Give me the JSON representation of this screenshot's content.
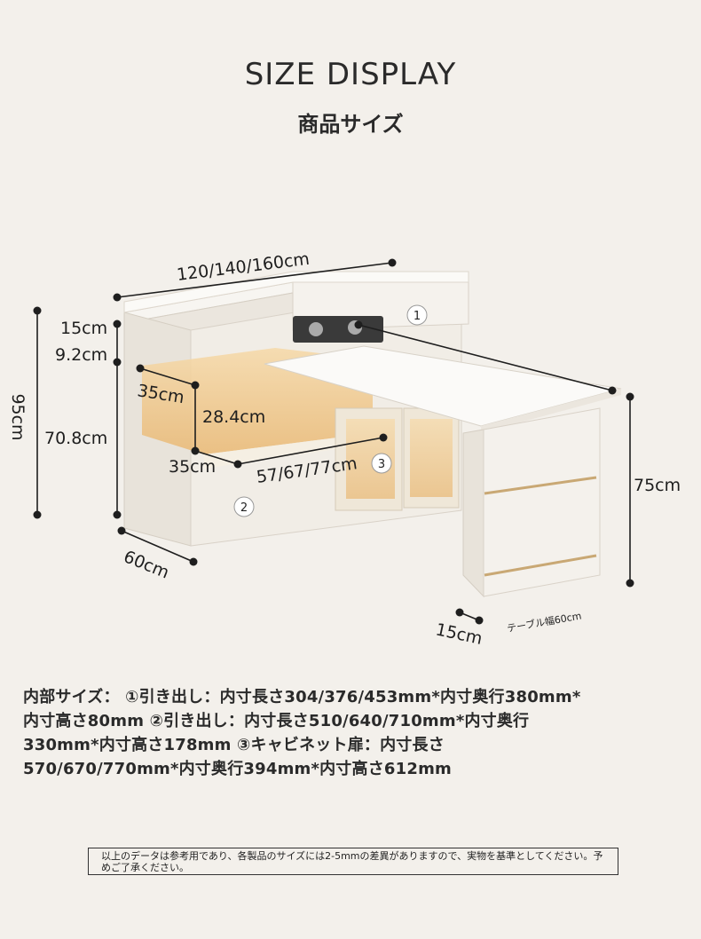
{
  "header": {
    "title": "SIZE DISPLAY",
    "subtitle": "商品サイズ"
  },
  "dimensions": {
    "width_top": "120/140/160cm",
    "top_thickness": "15cm",
    "drawer_band": "9.2cm",
    "total_height": "95cm",
    "body_height": "70.8cm",
    "drawer_depth_1": "35cm",
    "drawer_height": "28.4cm",
    "drawer_depth_2": "35cm",
    "inner_width": "57/67/77cm",
    "depth": "60cm",
    "table_height": "75cm",
    "table_leg": "15cm",
    "table_width": "テーブル幅60cm"
  },
  "badges": [
    "1",
    "2",
    "3"
  ],
  "notes": {
    "text": "内部サイズ： ①引き出し：内寸長さ304/376/453mm*内寸奥行380mm*内寸高さ80mm ②引き出し：内寸長さ510/640/710mm*内寸奥行330mm*内寸高さ178mm ③キャビネット扉：内寸長さ570/670/770mm*内寸奥行394mm*内寸高さ612mm"
  },
  "disclaimer": {
    "text": "以上のデータは参考用であり、各製品のサイズには2-5mmの差異がありますので、実物を基準としてください。予めご了承ください。"
  }
}
